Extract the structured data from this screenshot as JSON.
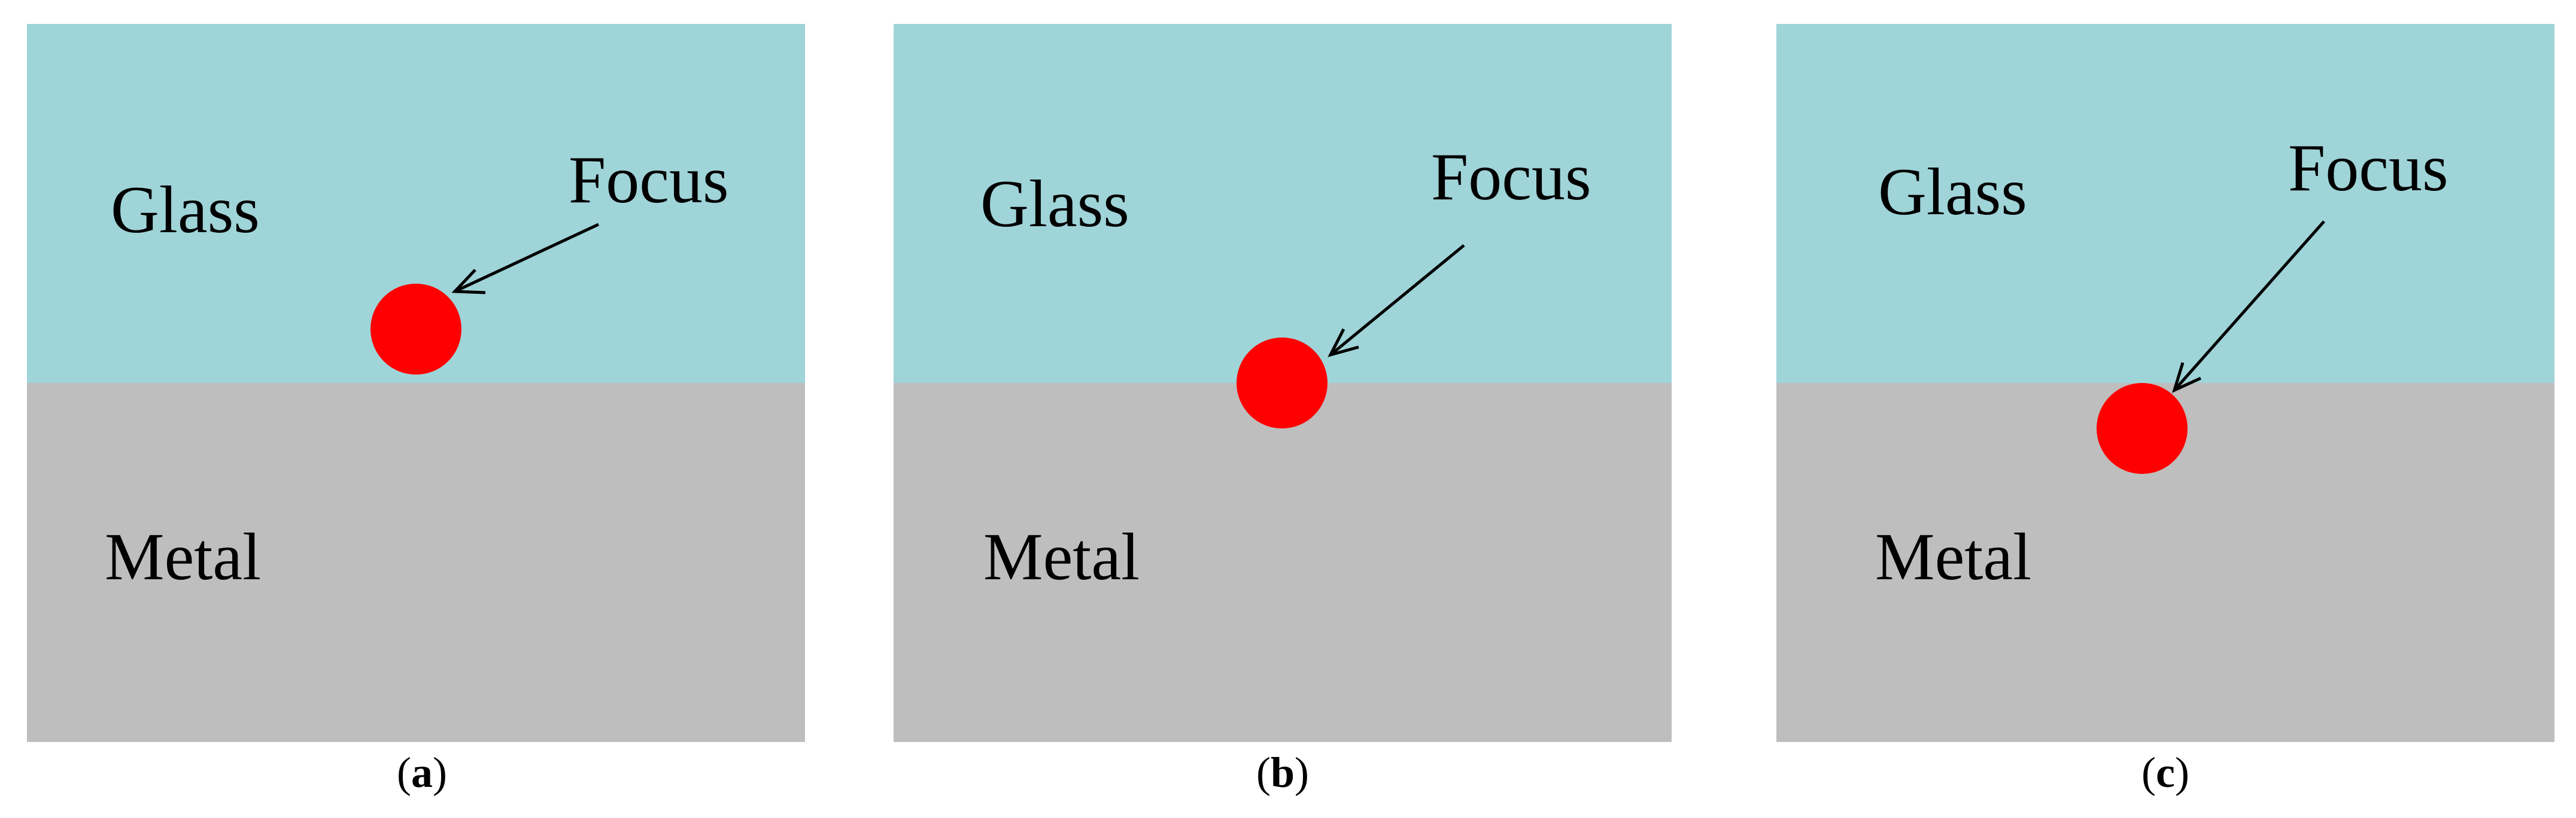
{
  "colors": {
    "glass": "#9fd4d8",
    "metal": "#bebebe",
    "focus": "#ff0000",
    "text": "#000000",
    "arrow": "#000000"
  },
  "panels": [
    {
      "id": "a",
      "glass_label": "Glass",
      "metal_label": "Metal",
      "focus_label": "Focus",
      "focus_position": "in glass above interface",
      "caption_open": "(",
      "caption_letter": "a",
      "caption_close": ")"
    },
    {
      "id": "b",
      "glass_label": "Glass",
      "metal_label": "Metal",
      "focus_label": "Focus",
      "focus_position": "at interface",
      "caption_open": "(",
      "caption_letter": "b",
      "caption_close": ")"
    },
    {
      "id": "c",
      "glass_label": "Glass",
      "metal_label": "Metal",
      "focus_label": "Focus",
      "focus_position": "in metal below interface",
      "caption_open": "(",
      "caption_letter": "c",
      "caption_close": ")"
    }
  ]
}
